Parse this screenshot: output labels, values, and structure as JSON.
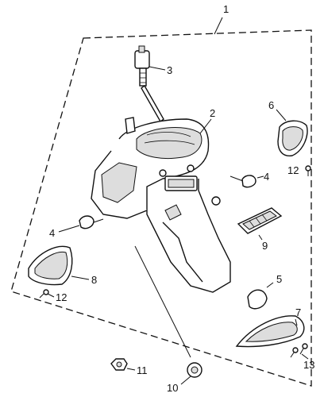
{
  "callouts": {
    "c1": "1",
    "c2": "2",
    "c3": "3",
    "c4a": "4",
    "c4b": "4",
    "c5": "5",
    "c6": "6",
    "c7": "7",
    "c8": "8",
    "c9": "9",
    "c10": "10",
    "c11": "11",
    "c12a": "12",
    "c12b": "12",
    "c13": "13"
  }
}
